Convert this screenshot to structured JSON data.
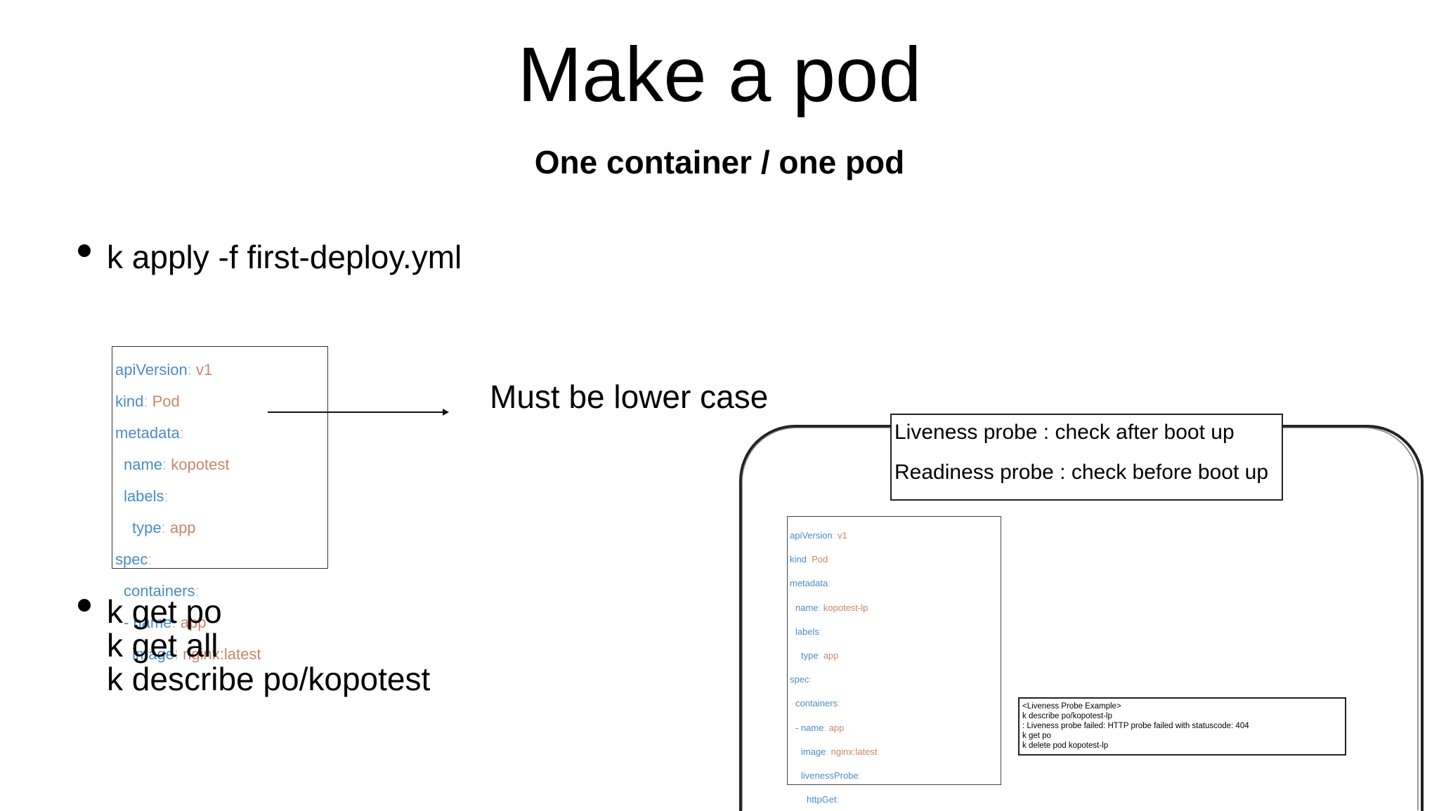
{
  "slide": {
    "title": "Make a pod",
    "subtitle": "One container / one pod"
  },
  "bullets": {
    "first": "k apply -f first-deploy.yml",
    "second_lines": [
      "k get po",
      "k get all",
      "k describe po/kopotest"
    ]
  },
  "yaml_main": [
    {
      "key": "apiVersion",
      "value": "v1",
      "indent": 0
    },
    {
      "key": "kind",
      "value": "Pod",
      "indent": 0
    },
    {
      "key": "metadata",
      "value": "",
      "indent": 0
    },
    {
      "key": "name",
      "value": "kopotest",
      "indent": 1
    },
    {
      "key": "labels",
      "value": "",
      "indent": 1
    },
    {
      "key": "type",
      "value": "app",
      "indent": 2
    },
    {
      "key": "spec",
      "value": "",
      "indent": 0
    },
    {
      "key": "containers",
      "value": "",
      "indent": 1
    },
    {
      "key": "- name",
      "value": "app",
      "indent": 1
    },
    {
      "key": "image",
      "value": "nginx:latest",
      "indent": 2
    }
  ],
  "annotation": {
    "text": "Must be lower case"
  },
  "probe_box": {
    "liveness": "Liveness probe : check after boot up",
    "readiness": "Readiness probe : check before boot up"
  },
  "yaml_probe": [
    {
      "key": "apiVersion",
      "value": "v1",
      "indent": 0
    },
    {
      "key": "kind",
      "value": "Pod",
      "indent": 0
    },
    {
      "key": "metadata",
      "value": "",
      "indent": 0
    },
    {
      "key": "name",
      "value": "kopotest-lp",
      "indent": 1
    },
    {
      "key": "labels",
      "value": "",
      "indent": 1
    },
    {
      "key": "type",
      "value": "app",
      "indent": 2
    },
    {
      "key": "spec",
      "value": "",
      "indent": 0
    },
    {
      "key": "containers",
      "value": "",
      "indent": 1
    },
    {
      "key": "- name",
      "value": "app",
      "indent": 1
    },
    {
      "key": "image",
      "value": "nginx:latest",
      "indent": 2
    },
    {
      "key": "livenessProbe",
      "value": "",
      "indent": 2
    },
    {
      "key": "httpGet",
      "value": "",
      "indent": 3
    }
  ],
  "liveness_example": {
    "lines": [
      "<Liveness Probe Example>",
      "k describe po/kopotest-lp",
      "  : Liveness probe failed: HTTP probe failed with statuscode: 404",
      "k get po",
      "k delete pod kopotest-lp"
    ]
  }
}
